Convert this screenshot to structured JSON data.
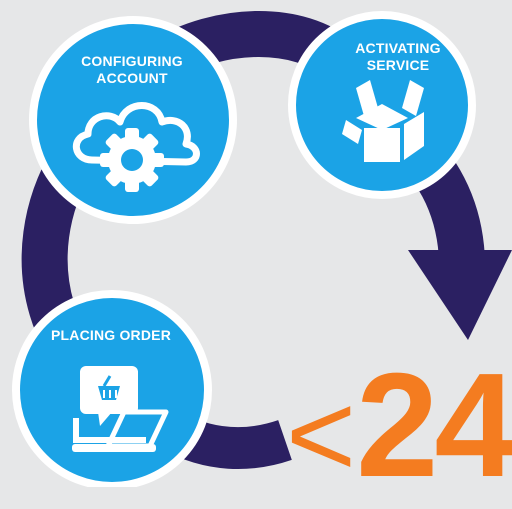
{
  "steps": [
    {
      "line1": "CONFIGURING",
      "line2": "ACCOUNT",
      "icon": "cloud-gear-icon"
    },
    {
      "line1": "ACTIVATING",
      "line2": "SERVICE",
      "icon": "open-box-icon"
    },
    {
      "line1": "PLACING ORDER",
      "icon": "laptop-shopping-basket-icon"
    }
  ],
  "timeframe": {
    "symbol": "<",
    "value": "24"
  },
  "colors": {
    "background": "#e6e7e8",
    "circle": "#1ba3e6",
    "ring": "#2b2062",
    "accent": "#f47c20"
  }
}
